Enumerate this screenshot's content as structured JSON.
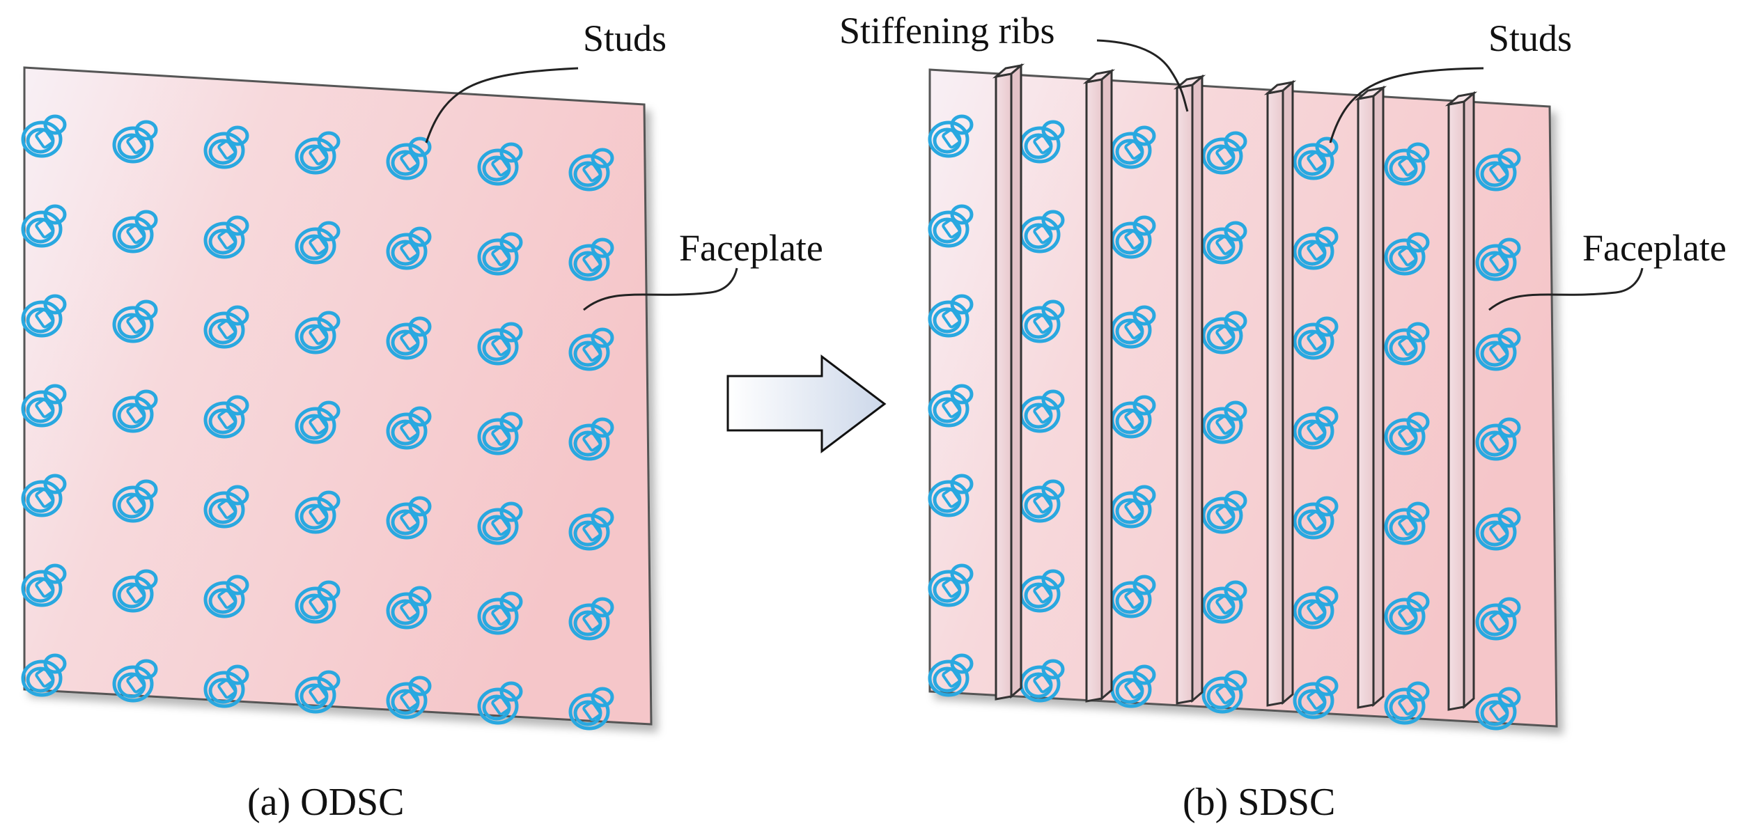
{
  "panel_a": {
    "caption": "(a) ODSC",
    "label_studs": "Studs",
    "label_faceplate": "Faceplate"
  },
  "panel_b": {
    "caption": "(b) SDSC",
    "label_ribs": "Stiffening ribs",
    "label_studs": "Studs",
    "label_faceplate": "Faceplate"
  },
  "colors": {
    "plate_light": "#f7eef3",
    "plate_pink": "#f6cccf",
    "stud": "#29a8e0",
    "edge": "#555555",
    "arrow_fill_start": "#ffffff",
    "arrow_fill_end": "#cfd9ea"
  },
  "grid": {
    "rows": 7,
    "cols": 7
  },
  "rib_count": 6
}
